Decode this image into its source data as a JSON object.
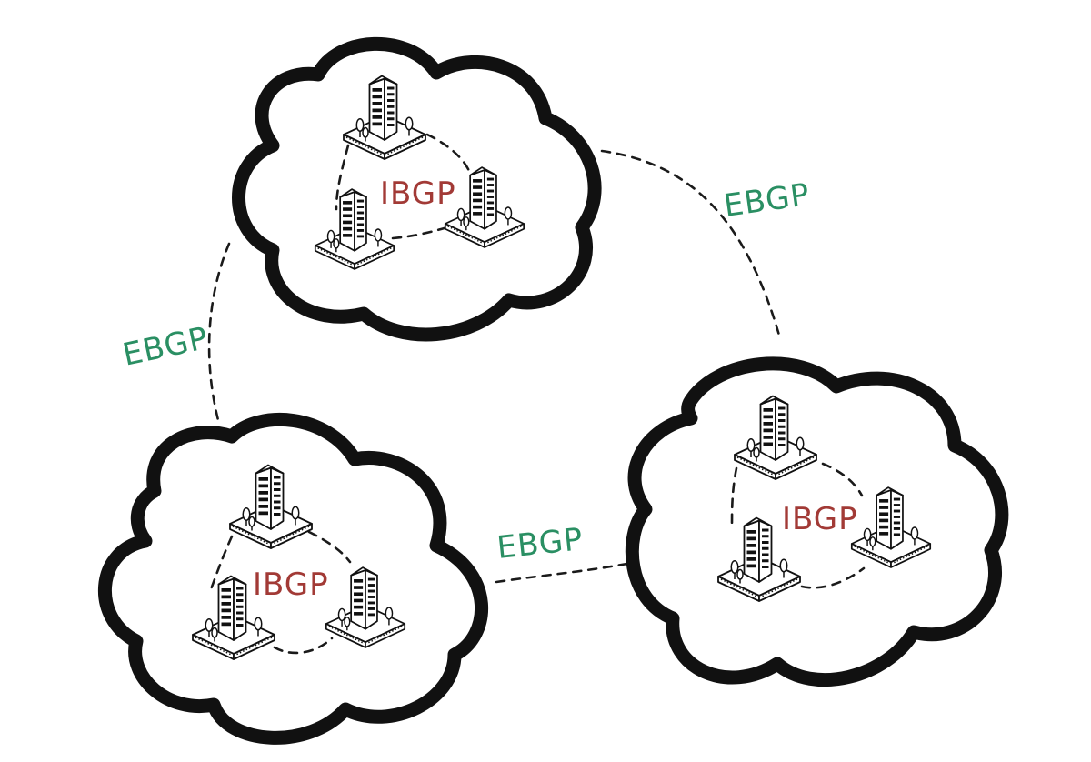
{
  "diagram": {
    "clouds": [
      {
        "id": "as-top",
        "label": "IBGP",
        "routers": 3
      },
      {
        "id": "as-bottom-left",
        "label": "IBGP",
        "routers": 3
      },
      {
        "id": "as-right",
        "label": "IBGP",
        "routers": 3
      }
    ],
    "links": [
      {
        "from": "as-top",
        "to": "as-bottom-left",
        "label": "EBGP"
      },
      {
        "from": "as-top",
        "to": "as-right",
        "label": "EBGP"
      },
      {
        "from": "as-bottom-left",
        "to": "as-right",
        "label": "EBGP"
      }
    ],
    "colors": {
      "ibgp": "#a23a36",
      "ebgp": "#2a8f63",
      "outline": "#111111",
      "background": "#ffffff"
    }
  }
}
